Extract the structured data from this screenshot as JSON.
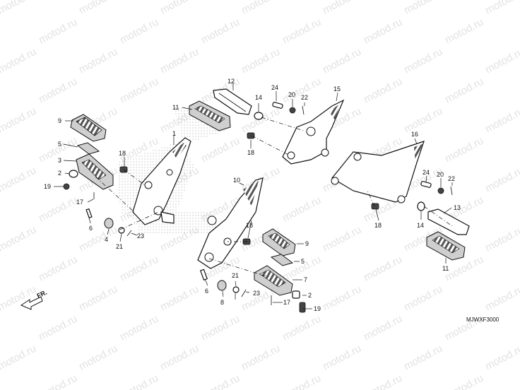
{
  "watermark": "motod.ru",
  "figure_code": "MJWXF3000",
  "front_indicator": "FR.",
  "callouts": {
    "c1": "1",
    "c2a": "2",
    "c2b": "2",
    "c3": "3",
    "c4": "4",
    "c5a": "5",
    "c5b": "5",
    "c6a": "6",
    "c6b": "6",
    "c7": "7",
    "c8": "8",
    "c9a": "9",
    "c9b": "9",
    "c10": "10",
    "c11a": "11",
    "c11b": "11",
    "c12": "12",
    "c13": "13",
    "c14a": "14",
    "c14b": "14",
    "c15": "15",
    "c16": "16",
    "c17a": "17",
    "c17b": "17",
    "c18a": "18",
    "c18b": "18",
    "c18c": "18",
    "c18d": "18",
    "c19a": "19",
    "c19b": "19",
    "c20a": "20",
    "c20b": "20",
    "c21a": "21",
    "c21b": "21",
    "c22a": "22",
    "c22b": "22",
    "c23a": "23",
    "c23b": "23",
    "c24a": "24",
    "c24b": "24"
  }
}
